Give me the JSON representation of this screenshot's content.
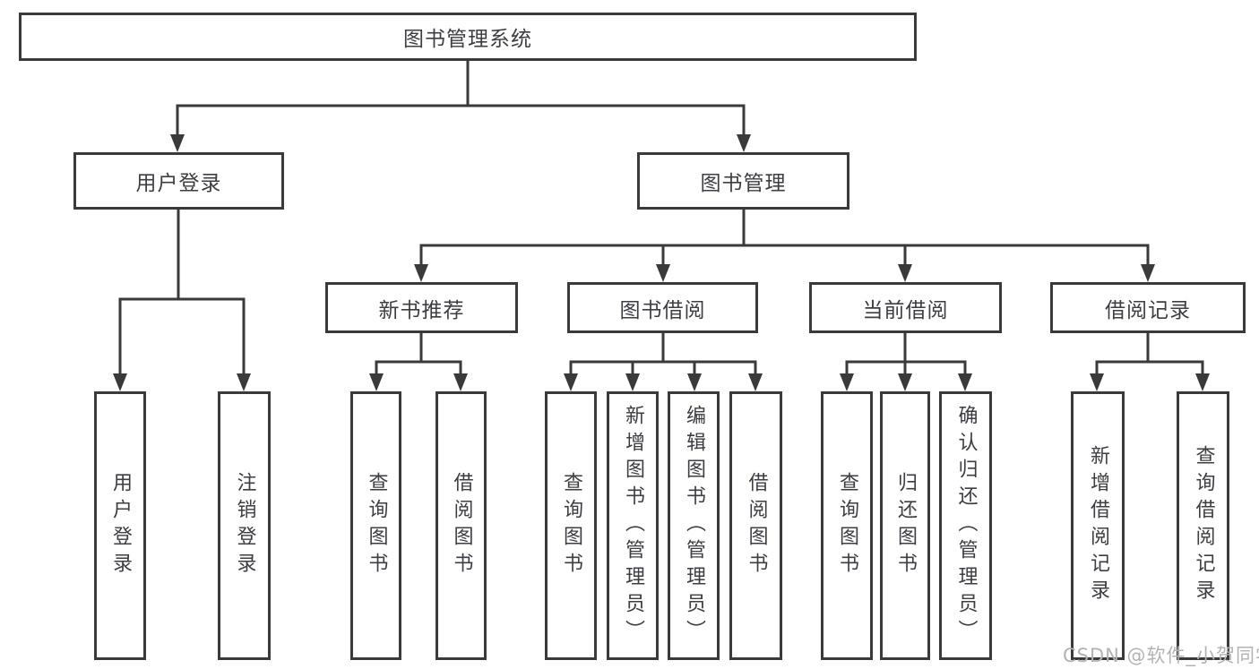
{
  "diagram": {
    "title": "图书管理系统",
    "root": {
      "label": "图书管理系统"
    },
    "level2": [
      {
        "label": "用户登录"
      },
      {
        "label": "图书管理"
      }
    ],
    "level3": [
      {
        "label": "新书推荐"
      },
      {
        "label": "图书借阅"
      },
      {
        "label": "当前借阅"
      },
      {
        "label": "借阅记录"
      }
    ],
    "leaves": [
      {
        "label": "用户登录"
      },
      {
        "label": "注销登录"
      },
      {
        "label": "查询图书"
      },
      {
        "label": "借阅图书"
      },
      {
        "label": "查询图书"
      },
      {
        "label": "新增图书（管理员）"
      },
      {
        "label": "编辑图书（管理员）"
      },
      {
        "label": "借阅图书"
      },
      {
        "label": "查询图书"
      },
      {
        "label": "归还图书"
      },
      {
        "label": "确认归还（管理员）"
      },
      {
        "label": "新增借阅记录"
      },
      {
        "label": "查询借阅记录"
      }
    ],
    "hierarchy": {
      "图书管理系统": [
        "用户登录",
        "图书管理"
      ],
      "用户登录": [
        "用户登录",
        "注销登录"
      ],
      "图书管理": [
        "新书推荐",
        "图书借阅",
        "当前借阅",
        "借阅记录"
      ],
      "新书推荐": [
        "查询图书",
        "借阅图书"
      ],
      "图书借阅": [
        "查询图书",
        "新增图书（管理员）",
        "编辑图书（管理员）",
        "借阅图书"
      ],
      "当前借阅": [
        "查询图书",
        "归还图书",
        "确认归还（管理员）"
      ],
      "借阅记录": [
        "新增借阅记录",
        "查询借阅记录"
      ]
    }
  },
  "watermark": {
    "text": "CSDN @软件_小贺同学"
  },
  "colors": {
    "line": "#3a3a3a",
    "box_border": "#3a3a3a",
    "text": "#3d3d43",
    "watermark": "#b3b3b3",
    "background": "#ffffff"
  }
}
